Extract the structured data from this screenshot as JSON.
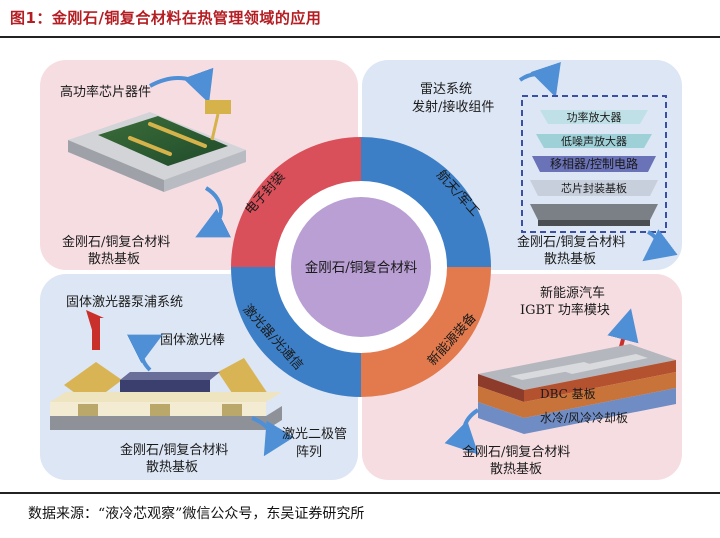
{
  "figure": {
    "title": "图1：金刚石/铜复合材料在热管理领域的应用",
    "source": "数据来源：“液冷芯观察”微信公众号，东吴证券研究所"
  },
  "center": {
    "label": "金刚石/铜复合材料"
  },
  "ring": {
    "electronics": "电子封装",
    "aerospace": "航天/军工",
    "laser": "激光器/光通信",
    "ev": "新能源装备"
  },
  "quadrants": {
    "top_left": {
      "device_label": "高功率芯片器件",
      "substrate_line1": "金刚石/铜复合材料",
      "substrate_line2": "散热基板"
    },
    "top_right": {
      "system_line1": "雷达系统",
      "system_line2": "发射/接收组件",
      "layers": [
        "功率放大器",
        "低噪声放大器",
        "移相器/控制电路",
        "芯片封装基板"
      ],
      "substrate_line1": "金刚石/铜复合材料",
      "substrate_line2": "散热基板"
    },
    "bottom_left": {
      "pump_label": "固体激光器泵浦系统",
      "rod_label": "固体激光棒",
      "diode_line1": "激光二极管",
      "diode_line2": "阵列",
      "substrate_line1": "金刚石/铜复合材料",
      "substrate_line2": "散热基板"
    },
    "bottom_right": {
      "module_line1": "新能源汽车",
      "module_line2": "IGBT 功率模块",
      "dbc_label": "DBC 基板",
      "cooling_label": "水冷/风冷冷却板",
      "substrate_line1": "金刚石/铜复合材料",
      "substrate_line2": "散热基板"
    }
  },
  "colors": {
    "title_red": "#b41e23",
    "pink_bg": "#f6dde2",
    "blue_bg": "#dde6f4",
    "ring_red": "#d9505a",
    "ring_blue": "#3d7fc6",
    "ring_orange": "#e27a4e",
    "center_purple": "#b99fd4"
  }
}
